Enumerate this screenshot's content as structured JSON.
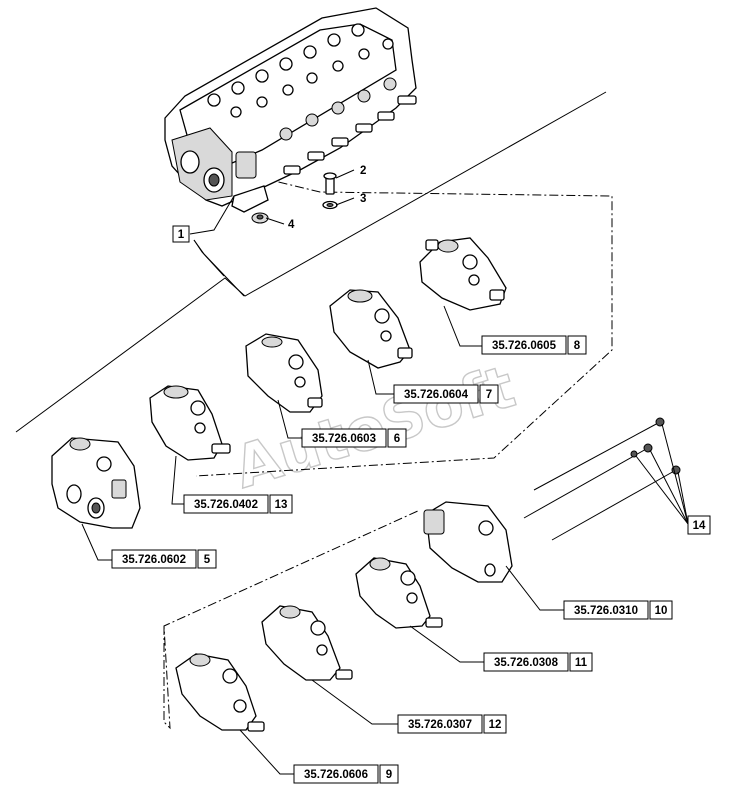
{
  "watermark": "AutoSoft",
  "callouts": [
    {
      "id": "c1",
      "part": "",
      "num": "1"
    },
    {
      "id": "c2",
      "part": "",
      "num": "2"
    },
    {
      "id": "c3",
      "part": "",
      "num": "3"
    },
    {
      "id": "c4",
      "part": "",
      "num": "4"
    },
    {
      "id": "c8",
      "part": "35.726.0605",
      "num": "8"
    },
    {
      "id": "c7",
      "part": "35.726.0604",
      "num": "7"
    },
    {
      "id": "c6",
      "part": "35.726.0603",
      "num": "6"
    },
    {
      "id": "c13",
      "part": "35.726.0402",
      "num": "13"
    },
    {
      "id": "c5",
      "part": "35.726.0602",
      "num": "5"
    },
    {
      "id": "c14",
      "part": "",
      "num": "14"
    },
    {
      "id": "c10",
      "part": "35.726.0310",
      "num": "10"
    },
    {
      "id": "c11",
      "part": "35.726.0308",
      "num": "11"
    },
    {
      "id": "c12",
      "part": "35.726.0307",
      "num": "12"
    },
    {
      "id": "c9",
      "part": "35.726.0606",
      "num": "9"
    }
  ]
}
